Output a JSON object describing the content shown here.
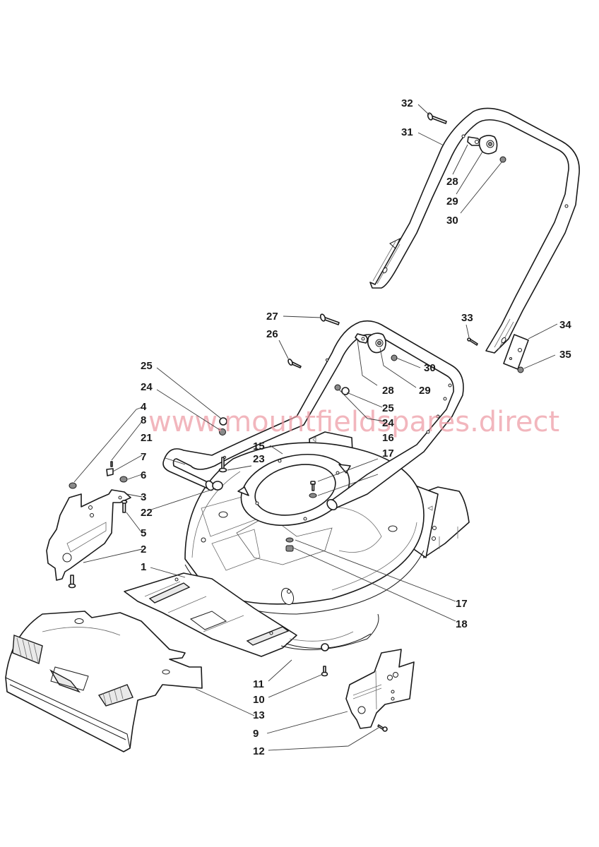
{
  "diagram": {
    "title": "Lawn mower deck, handle and rear guard exploded parts diagram",
    "watermark": "www.mountfieldspares.direct",
    "colors": {
      "line": "#1a1a1a",
      "background": "#ffffff",
      "watermark": "#ee9aa4"
    },
    "callouts": {
      "c1": "1",
      "c2": "2",
      "c3": "3",
      "c4": "4",
      "c5": "5",
      "c6": "6",
      "c7": "7",
      "c8": "8",
      "c9": "9",
      "c10": "10",
      "c11": "11",
      "c12": "12",
      "c13": "13",
      "c15": "15",
      "c16": "16",
      "c17a": "17",
      "c17b": "17",
      "c18": "18",
      "c21": "21",
      "c22": "22",
      "c23": "23",
      "c24a": "24",
      "c24b": "24",
      "c25a": "25",
      "c25b": "25",
      "c26": "26",
      "c27": "27",
      "c28a": "28",
      "c28b": "28",
      "c29a": "29",
      "c29b": "29",
      "c30a": "30",
      "c30b": "30",
      "c31": "31",
      "c32": "32",
      "c33": "33",
      "c34": "34",
      "c35": "35"
    },
    "parts": [
      {
        "number": "1",
        "name": "deck"
      },
      {
        "number": "2",
        "name": "bolt"
      },
      {
        "number": "3",
        "name": "left height-adjust bracket"
      },
      {
        "number": "4",
        "name": "nut"
      },
      {
        "number": "5",
        "name": "bolt"
      },
      {
        "number": "6",
        "name": "nut"
      },
      {
        "number": "7",
        "name": "clip"
      },
      {
        "number": "8",
        "name": "screw"
      },
      {
        "number": "9",
        "name": "right height-adjust bracket"
      },
      {
        "number": "10",
        "name": "screw"
      },
      {
        "number": "11",
        "name": "blade"
      },
      {
        "number": "12",
        "name": "screw"
      },
      {
        "number": "13",
        "name": "front guard"
      },
      {
        "number": "15",
        "name": "engine mounting ring"
      },
      {
        "number": "16",
        "name": "bolt"
      },
      {
        "number": "17",
        "name": "washer"
      },
      {
        "number": "18",
        "name": "spacer"
      },
      {
        "number": "21",
        "name": "lower handle"
      },
      {
        "number": "22",
        "name": "end plug"
      },
      {
        "number": "23",
        "name": "bolt"
      },
      {
        "number": "24",
        "name": "nut"
      },
      {
        "number": "25",
        "name": "cap"
      },
      {
        "number": "26",
        "name": "bolt"
      },
      {
        "number": "27",
        "name": "bolt"
      },
      {
        "number": "28",
        "name": "cable guide"
      },
      {
        "number": "29",
        "name": "knob"
      },
      {
        "number": "30",
        "name": "nut"
      },
      {
        "number": "31",
        "name": "upper handle"
      },
      {
        "number": "32",
        "name": "bolt"
      },
      {
        "number": "33",
        "name": "screw"
      },
      {
        "number": "34",
        "name": "plate"
      },
      {
        "number": "35",
        "name": "nut"
      }
    ]
  }
}
